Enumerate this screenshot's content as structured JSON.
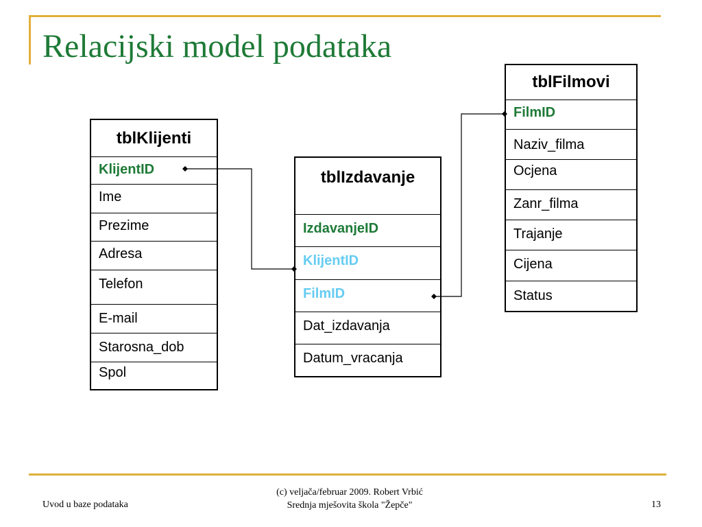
{
  "title": "Relacijski model podataka",
  "colors": {
    "frame": "#e0b03a",
    "title": "#1e7a37",
    "primary_key": "#1e7a37",
    "foreign_key": "#66ccf2"
  },
  "tables": {
    "klijenti": {
      "name": "tblKlijenti",
      "fields": [
        "KlijentID",
        "Ime",
        "Prezime",
        "Adresa",
        "Telefon",
        "E-mail",
        "Starosna_dob",
        "Spol"
      ]
    },
    "izdavanje": {
      "name": "tblIzdavanje",
      "fields": [
        "IzdavanjeID",
        "KlijentID",
        "FilmID",
        "Dat_izdavanja",
        "Datum_vracanja"
      ]
    },
    "filmovi": {
      "name": "tblFilmovi",
      "fields": [
        "FilmID",
        "Naziv_filma",
        "Ocjena",
        "Zanr_filma",
        "Trajanje",
        "Cijena",
        "Status"
      ]
    }
  },
  "relationships": [
    {
      "from": "tblKlijenti.KlijentID",
      "to": "tblIzdavanje.KlijentID"
    },
    {
      "from": "tblFilmovi.FilmID",
      "to": "tblIzdavanje.FilmID"
    }
  ],
  "footer": {
    "left": "Uvod u baze podataka",
    "center_line1": "(c) veljača/februar 2009. Robert Vrbić",
    "center_line2": "Srednja mješovita škola \"Žepče\"",
    "page": "13"
  }
}
